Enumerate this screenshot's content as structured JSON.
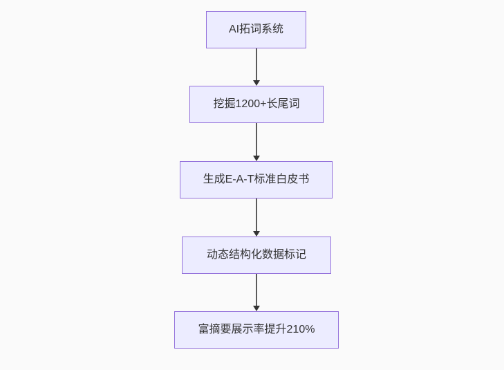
{
  "diagram": {
    "type": "flowchart",
    "direction": "top-down",
    "colors": {
      "bg": "#fafafa",
      "node-fill": "#ECECFF",
      "node-border": "#9370DB",
      "text-color": "#333333",
      "edge-line": "#5a5a5a",
      "edge-head": "#333333"
    },
    "nodes": [
      {
        "id": "node-1",
        "label": "AI拓词系统"
      },
      {
        "id": "node-2",
        "label": "挖掘1200+长尾词"
      },
      {
        "id": "node-3",
        "label": "生成E-A-T标准白皮书"
      },
      {
        "id": "node-4",
        "label": "动态结构化数据标记"
      },
      {
        "id": "node-5",
        "label": "富摘要展示率提升210%"
      }
    ],
    "edges": [
      {
        "from": "node-1",
        "to": "node-2",
        "style": "arrow-down"
      },
      {
        "from": "node-2",
        "to": "node-3",
        "style": "arrow-down"
      },
      {
        "from": "node-3",
        "to": "node-4",
        "style": "arrow-down"
      },
      {
        "from": "node-4",
        "to": "node-5",
        "style": "arrow-down"
      }
    ]
  }
}
